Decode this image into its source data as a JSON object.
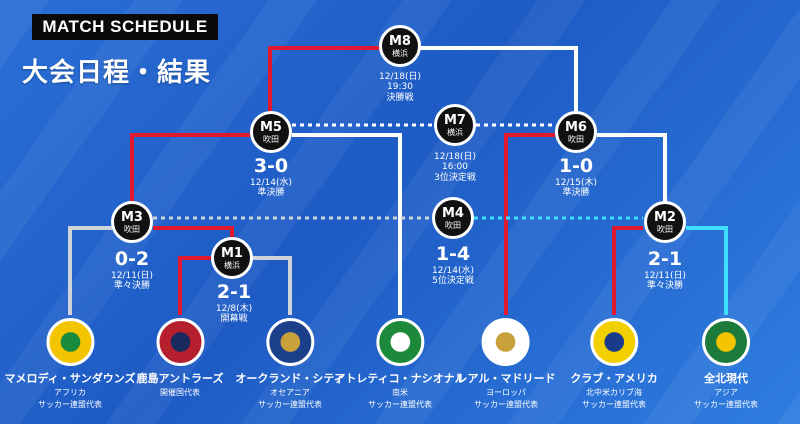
{
  "header": {
    "title": "MATCH SCHEDULE",
    "subtitle": "大会日程・結果"
  },
  "matches": {
    "m8": {
      "code": "M8",
      "venue": "横浜",
      "date": "12/18(日)",
      "time": "19:30",
      "round": "決勝戦"
    },
    "m7": {
      "code": "M7",
      "venue": "横浜",
      "date": "12/18(日)",
      "time": "16:00",
      "round": "3位決定戦"
    },
    "m5": {
      "code": "M5",
      "venue": "吹田",
      "score": "3-0",
      "date": "12/14(水)",
      "round": "準決勝"
    },
    "m6": {
      "code": "M6",
      "venue": "吹田",
      "score": "1-0",
      "date": "12/15(木)",
      "round": "準決勝"
    },
    "m3": {
      "code": "M3",
      "venue": "吹田",
      "score": "0-2",
      "date": "12/11(日)",
      "round": "準々決勝"
    },
    "m4": {
      "code": "M4",
      "venue": "吹田",
      "score": "1-4",
      "date": "12/14(水)",
      "round": "5位決定戦"
    },
    "m1": {
      "code": "M1",
      "venue": "横浜",
      "score": "2-1",
      "date": "12/8(木)",
      "round": "開幕戦"
    },
    "m2": {
      "code": "M2",
      "venue": "吹田",
      "score": "2-1",
      "date": "12/11(日)",
      "round": "準々決勝"
    }
  },
  "teams": [
    {
      "name": "マメロディ・サンダウンズ",
      "region1": "アフリカ",
      "region2": "サッカー連盟代表",
      "emblem_color": "#f2c500",
      "emblem_accent": "#1a8a3c"
    },
    {
      "name": "鹿島アントラーズ",
      "region1": "開催国代表",
      "region2": "",
      "emblem_color": "#b51f2e",
      "emblem_accent": "#1b2a5e"
    },
    {
      "name": "オークランド・シティ",
      "region1": "オセアニア",
      "region2": "サッカー連盟代表",
      "emblem_color": "#1c3f8a",
      "emblem_accent": "#c9a13b"
    },
    {
      "name": "アトレティコ・ナシオナル",
      "region1": "南米",
      "region2": "サッカー連盟代表",
      "emblem_color": "#1c8a3a",
      "emblem_accent": "#ffffff"
    },
    {
      "name": "レアル・マドリード",
      "region1": "ヨーロッパ",
      "region2": "サッカー連盟代表",
      "emblem_color": "#ffffff",
      "emblem_accent": "#c9a13b"
    },
    {
      "name": "クラブ・アメリカ",
      "region1": "北中米カリブ海",
      "region2": "サッカー連盟代表",
      "emblem_color": "#f2d000",
      "emblem_accent": "#1a3a8a"
    },
    {
      "name": "全北現代",
      "region1": "アジア",
      "region2": "サッカー連盟代表",
      "emblem_color": "#1c7a3a",
      "emblem_accent": "#f2c500"
    }
  ],
  "colors": {
    "winner_line": "#e0192e",
    "loser_line": "#cfd4da",
    "third_line": "#ffffff",
    "fifth_line": "#3fe0ff",
    "node_fill": "#111111"
  }
}
